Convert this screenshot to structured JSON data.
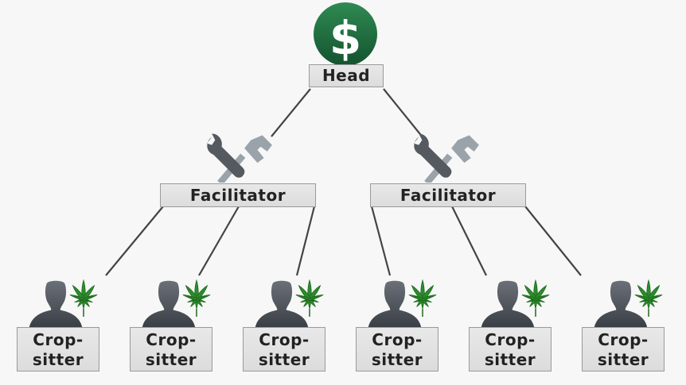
{
  "head": {
    "label": "Head",
    "icon": "dollar-icon",
    "glyph": "$",
    "color": "#1e6b3f"
  },
  "facilitators": [
    {
      "label": "Facilitator",
      "icon": "tools-icon"
    },
    {
      "label": "Facilitator",
      "icon": "tools-icon"
    }
  ],
  "cropsitters": [
    {
      "line1": "Crop-",
      "line2": "sitter",
      "icon": "person-icon",
      "leaf": "cannabis-leaf-icon"
    },
    {
      "line1": "Crop-",
      "line2": "sitter",
      "icon": "person-icon",
      "leaf": "cannabis-leaf-icon"
    },
    {
      "line1": "Crop-",
      "line2": "sitter",
      "icon": "person-icon",
      "leaf": "cannabis-leaf-icon"
    },
    {
      "line1": "Crop-",
      "line2": "sitter",
      "icon": "person-icon",
      "leaf": "cannabis-leaf-icon"
    },
    {
      "line1": "Crop-",
      "line2": "sitter",
      "icon": "person-icon",
      "leaf": "cannabis-leaf-icon"
    },
    {
      "line1": "Crop-",
      "line2": "sitter",
      "icon": "person-icon",
      "leaf": "cannabis-leaf-icon"
    }
  ],
  "colors": {
    "leaf": "#2e8b2e",
    "person": "#4a5058",
    "tools_dark": "#555a60",
    "tools_light": "#9aa2aa",
    "line": "#444444"
  }
}
